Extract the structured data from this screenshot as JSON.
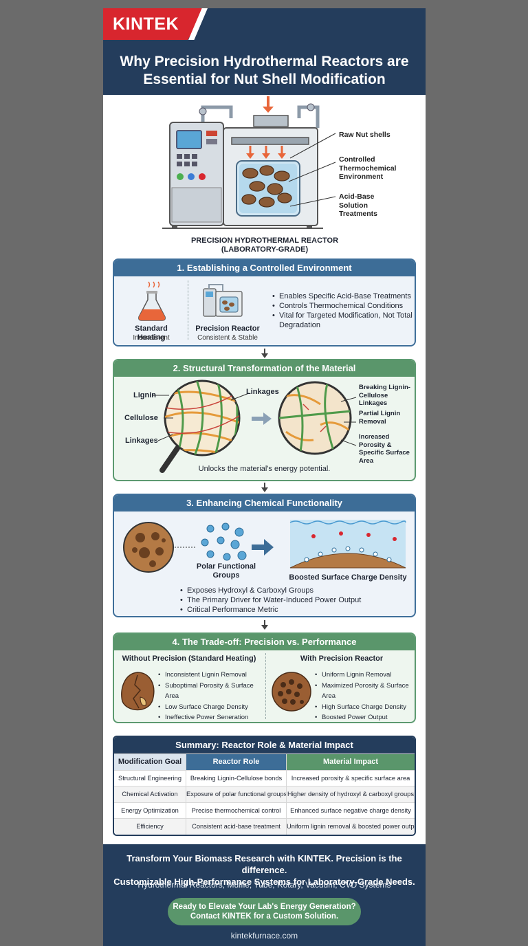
{
  "brand": {
    "logo": "KINTEK"
  },
  "header": {
    "title_line1": "Why Precision Hydrothermal Reactors are",
    "title_line2": "Essential for Nut Shell Modification"
  },
  "hero": {
    "callouts": [
      "Raw Nut shells",
      "Controlled Thermochemical Environment",
      "Acid-Base Solution Treatments"
    ],
    "caption_line1": "PRECISION HYDROTHERMAL REACTOR",
    "caption_line2": "(LABORATORY-GRADE)"
  },
  "section1": {
    "title": "1. Establishing a Controlled Environment",
    "left_label": "Standard Heating",
    "left_sub": "Inconsistent",
    "right_label": "Precision Reactor",
    "right_sub": "Consistent & Stable",
    "bullets": [
      "Enables Specific Acid-Base Treatments",
      "Controls Thermochemical Conditions",
      "Vital for Targeted Modification, Not Total Degradation"
    ]
  },
  "section2": {
    "title": "2. Structural Transformation of the Material",
    "left_labels": [
      "Lignin",
      "Cellulose",
      "Linkages"
    ],
    "center_label": "Linkages",
    "right_labels": [
      "Breaking Lignin-Cellulose Linkages",
      "Partial Lignin Removal",
      "Increased Porosity & Specific Surface Area"
    ],
    "footer": "Unlocks the material's energy potential."
  },
  "section3": {
    "title": "3. Enhancing Chemical Functionality",
    "groups_label": "Polar Functional Groups",
    "boost_label": "Boosted Surface Charge Density",
    "bullets": [
      "Exposes Hydroxyl & Carboxyl Groups",
      "The Primary Driver for Water-Induced Power Output",
      "Critical Performance Metric"
    ]
  },
  "section4": {
    "title": "4. The Trade-off: Precision vs. Performance",
    "left_title": "Without Precision (Standard Heating)",
    "left_bullets": [
      "Inconsistent Lignin Removal",
      "Suboptimal Porosity & Surface Area",
      "Low Surface Charge Density",
      "Ineffective Power Seneration"
    ],
    "right_title": "With Precision Reactor",
    "right_bullets": [
      "Uniform Lignin Removal",
      "Maximized Porosity & Surface Area",
      "High Surface Charge Density",
      "Boosted Power Output"
    ]
  },
  "summary": {
    "title": "Summary: Reactor Role & Material Impact",
    "headers": [
      "Modification Goal",
      "Reactor Role",
      "Material Impact"
    ],
    "rows": [
      [
        "Structural Engineering",
        "Breaking Lignin-Cellulose bonds",
        "Increased porosity & specific surface area"
      ],
      [
        "Chemical Activation",
        "Exposure of polar functional groups",
        "Higher density of hydroxyl & carboxyl groups"
      ],
      [
        "Energy Optimization",
        "Precise thermochemical control",
        "Enhanced surface negative charge density"
      ],
      [
        "Efficiency",
        "Consistent acid-base treatment",
        "Uniform lignin removal & boosted power output"
      ]
    ]
  },
  "footer": {
    "line1": "Transform Your Biomass Research with KINTEK. Precision is the difference.",
    "line2": "Customizable High-Performance Systems for Laboratory-Grade Needs.",
    "systems": "Hydrothermal Reactors, Muffle, Tube, Rotary, Vacuum, CVD Systems",
    "cta_line1": "Ready to Elevate Your Lab's Energy Generation?",
    "cta_line2": "Contact KINTEK for a Custom Solution.",
    "url": "kintekfurnace.com"
  },
  "colors": {
    "navy": "#243d5c",
    "blue": "#3d6d97",
    "green": "#5a966b",
    "red": "#d8262e",
    "orange": "#e8663a",
    "shell": "#8a5a36"
  },
  "icons": [
    "reactor-icon",
    "flask-icon",
    "magnifier-icon",
    "arrow-right-icon",
    "walnut-icon"
  ]
}
